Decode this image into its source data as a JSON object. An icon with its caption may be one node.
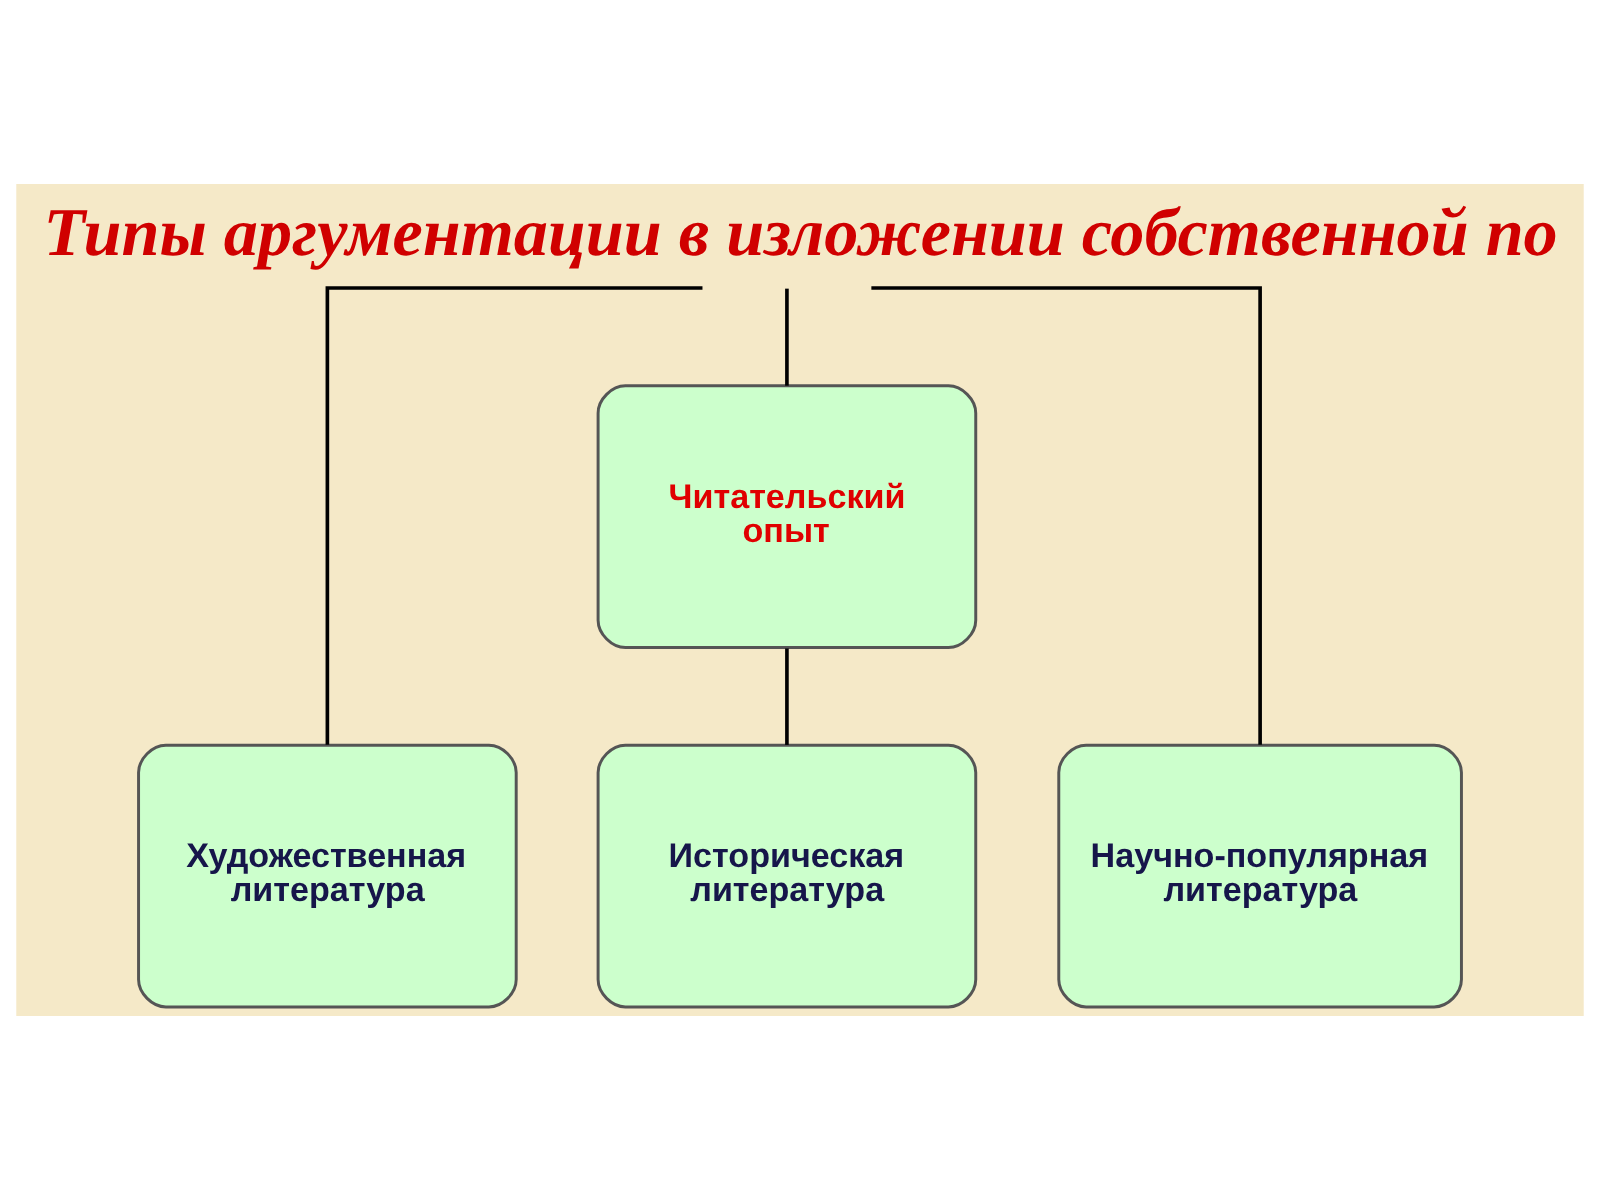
{
  "diagram": {
    "title": "Типы аргументации в изложении собственной по",
    "nodes": [
      {
        "text": [
          "Читательский опыт"
        ]
      },
      {
        "text": [
          "Художественная литература"
        ]
      },
      {
        "text": [
          "Историческая литература"
        ]
      },
      {
        "text": [
          "Научно-популярная литература"
        ]
      }
    ],
    "edges": [
      {
        "from": null,
        "to": 1,
        "arrow": "none"
      },
      {
        "from": null,
        "to": 0,
        "arrow": "none"
      },
      {
        "from": null,
        "to": 3,
        "arrow": "none"
      },
      {
        "from": 0,
        "to": 2,
        "arrow": "none"
      }
    ]
  }
}
